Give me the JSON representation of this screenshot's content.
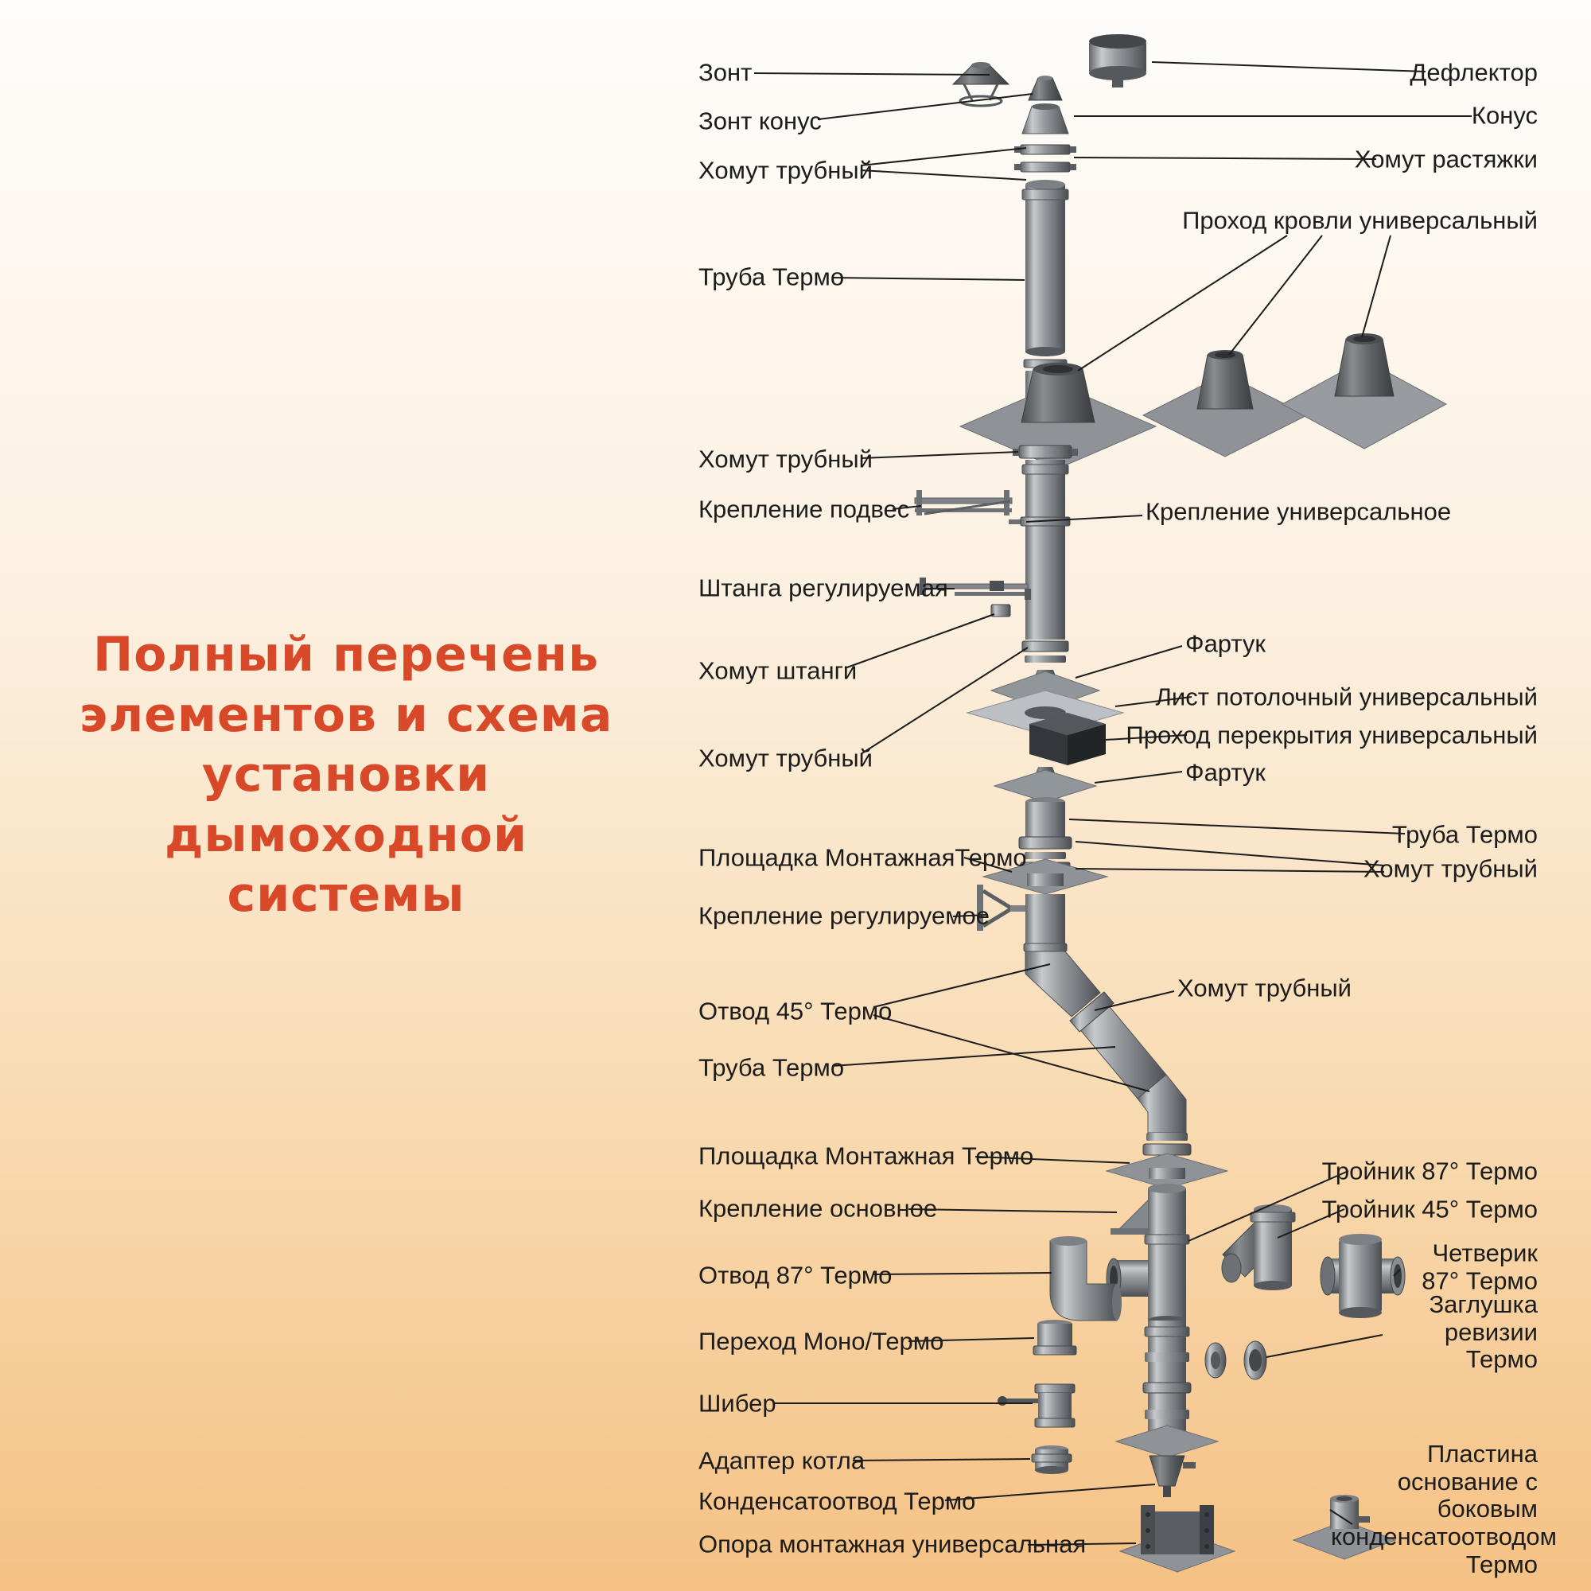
{
  "title": {
    "lines": [
      "Полный перечень",
      "элементов и схема",
      "установки",
      "дымоходной",
      "системы"
    ],
    "color": "#d8492a"
  },
  "left_labels": [
    {
      "text": "Зонт"
    },
    {
      "text": "Зонт конус"
    },
    {
      "text": "Хомут трубный"
    },
    {
      "text": "Труба Термо"
    },
    {
      "text": "Хомут трубный"
    },
    {
      "text": "Крепление подвес"
    },
    {
      "text": "Штанга регулируемая"
    },
    {
      "text": "Хомут штанги"
    },
    {
      "text": "Хомут трубный"
    },
    {
      "text": "Площадка МонтажнаяТермо"
    },
    {
      "text": "Крепление регулируемое"
    },
    {
      "text": "Отвод 45° Термо"
    },
    {
      "text": "Труба Термо"
    },
    {
      "text": "Площадка Монтажная Термо"
    },
    {
      "text": "Крепление основное"
    },
    {
      "text": "Отвод 87° Термо"
    },
    {
      "text": "Переход Моно/Термо"
    },
    {
      "text": "Шибер"
    },
    {
      "text": "Адаптер котла"
    },
    {
      "text": "Конденсатоотвод Термо"
    },
    {
      "text": "Опора монтажная универсальная"
    }
  ],
  "right_labels": [
    {
      "text": "Дефлектор"
    },
    {
      "text": "Конус"
    },
    {
      "text": "Хомут растяжки"
    },
    {
      "text": "Проход кровли универсальный"
    },
    {
      "text": "Крепление универсальное"
    },
    {
      "text": "Фартук"
    },
    {
      "text": "Лист потолочный универсальный"
    },
    {
      "text": "Проход перекрытия универсальный"
    },
    {
      "text": "Фартук"
    },
    {
      "text": "Труба Термо"
    },
    {
      "text": "Хомут трубный"
    },
    {
      "text": "Хомут трубный"
    },
    {
      "text": "Тройник 87° Термо"
    },
    {
      "text": "Тройник 45° Термо"
    },
    {
      "text": "Четверик 87° Термо"
    },
    {
      "text": "Заглушка ревизии Термо"
    },
    {
      "text": "Пластина основание с боковым конденсатоотводом Термо"
    }
  ],
  "colors": {
    "background_top": "#fefdfb",
    "background_bottom": "#f5c184",
    "title": "#d8492a",
    "label_text": "#1c1c1c",
    "metal_light": "#c7cacd",
    "metal_dark": "#4b4e52",
    "leader_line": "#1c1c1c"
  }
}
